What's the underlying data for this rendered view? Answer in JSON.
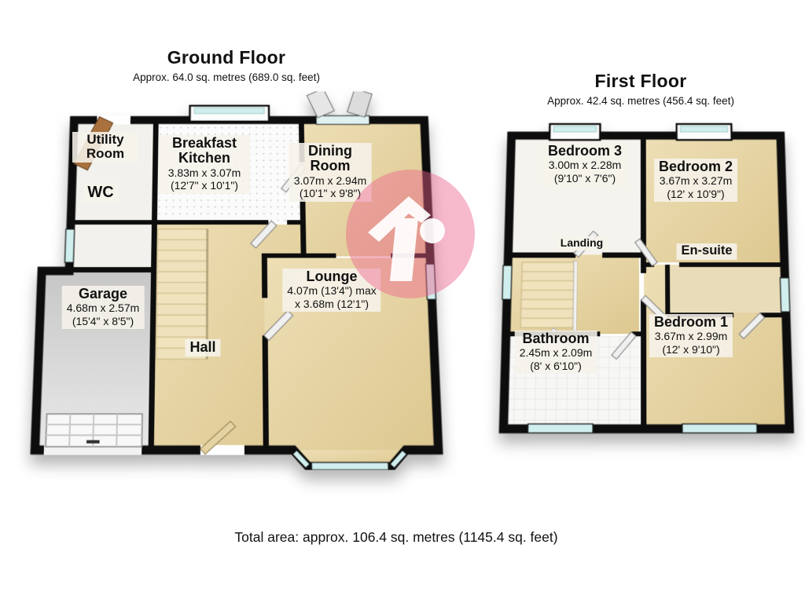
{
  "ground_floor": {
    "title": "Ground Floor",
    "area": "Approx. 64.0 sq. metres (689.0 sq. feet)",
    "rooms": [
      {
        "name": "Utility Room"
      },
      {
        "name": "WC"
      },
      {
        "name": "Breakfast Kitchen",
        "dims1": "3.83m x 3.07m",
        "dims2": "(12'7\" x 10'1\")"
      },
      {
        "name": "Dining Room",
        "dims1": "3.07m x 2.94m",
        "dims2": "(10'1\" x 9'8\")"
      },
      {
        "name": "Garage",
        "dims1": "4.68m x 2.57m",
        "dims2": "(15'4\" x 8'5\")"
      },
      {
        "name": "Hall"
      },
      {
        "name": "Lounge",
        "dims1": "4.07m (13'4\") max",
        "dims2": "x 3.68m (12'1\")"
      }
    ]
  },
  "first_floor": {
    "title": "First Floor",
    "area": "Approx. 42.4 sq. metres (456.4 sq. feet)",
    "rooms": [
      {
        "name": "Bedroom 3",
        "dims1": "3.00m x 2.28m",
        "dims2": "(9'10\" x 7'6\")"
      },
      {
        "name": "Bedroom 2",
        "dims1": "3.67m x 3.27m",
        "dims2": "(12' x 10'9\")"
      },
      {
        "name": "Landing"
      },
      {
        "name": "En-suite"
      },
      {
        "name": "Bathroom",
        "dims1": "2.45m x 2.09m",
        "dims2": "(8' x 6'10\")"
      },
      {
        "name": "Bedroom 1",
        "dims1": "3.67m x 2.99m",
        "dims2": "(12' x 9'10\")"
      }
    ]
  },
  "footer": {
    "total_area": "Total area: approx. 106.4 sq. metres (1145.4 sq. feet)"
  },
  "watermark": {
    "letter": "r",
    "circle_color": "rgba(236,96,138,0.44)"
  },
  "colors": {
    "wall": "#0d0d0d",
    "carpet_tan": "#e7d5a6",
    "stairs_cream": "#eee1bb",
    "window_glass": "#cfeeed",
    "garage_floor_gray": "#d9d9d9",
    "bathroom_tile": "#f7f7f5",
    "label_background": "#f5f2ea",
    "back_door_brown": "#a9713d",
    "front_door_tan": "#e5d4a2"
  }
}
